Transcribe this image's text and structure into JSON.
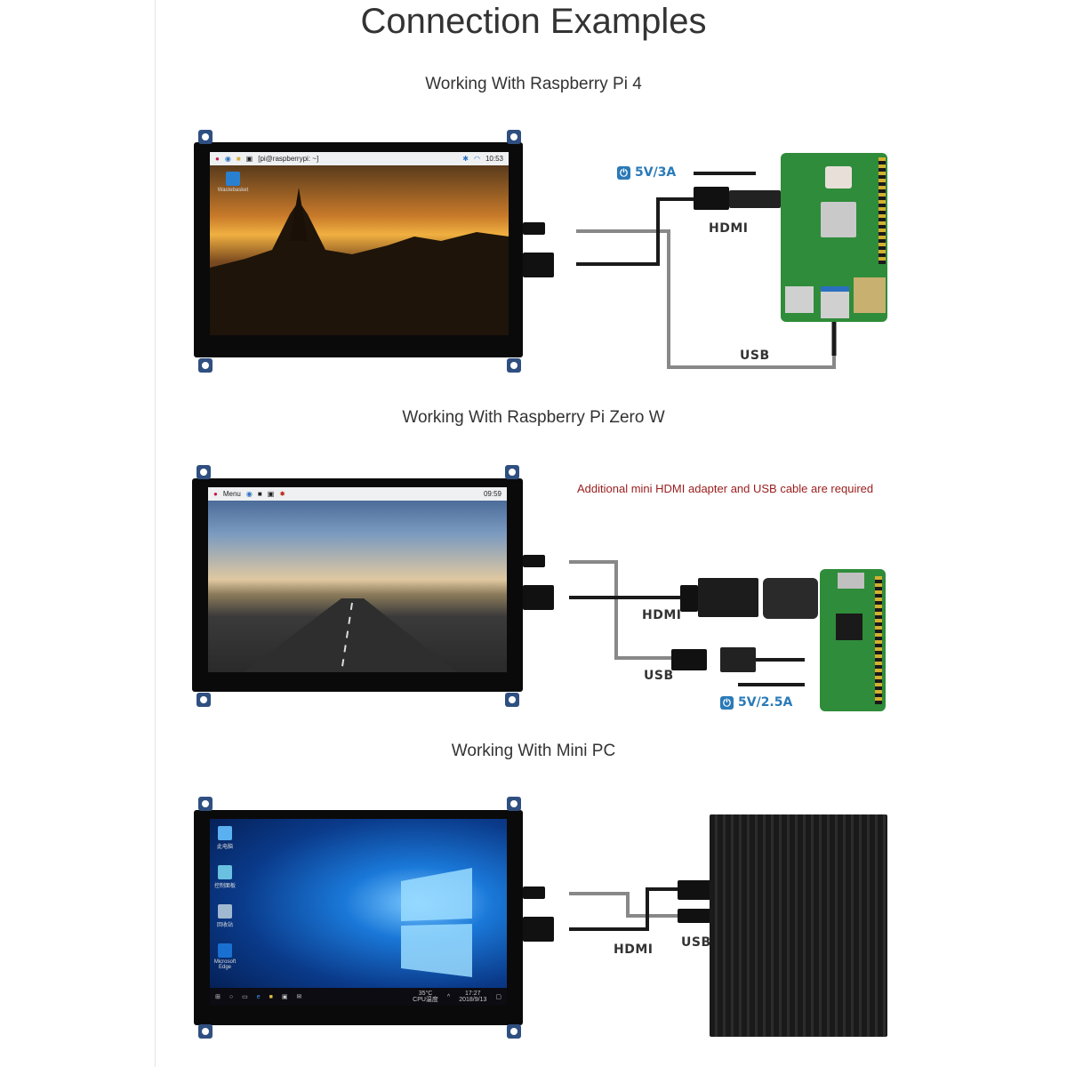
{
  "page_title": "Connection Examples",
  "sections": [
    {
      "title": "Working With Raspberry Pi 4",
      "screen": {
        "terminal": "[pi@raspberrypi: ~]",
        "clock": "10:53",
        "desktop_icon": "Wastebasket"
      },
      "labels": {
        "power": "5V/3A",
        "hdmi": "HDMI",
        "usb": "USB"
      },
      "device": "raspberry-pi-4"
    },
    {
      "title": "Working With Raspberry Pi Zero W",
      "screen": {
        "menu": "Menu",
        "clock": "09:59"
      },
      "note": "Additional mini HDMI adapter and USB cable are required",
      "labels": {
        "hdmi": "HDMI",
        "usb": "USB",
        "power": "5V/2.5A"
      },
      "device": "raspberry-pi-zero-w"
    },
    {
      "title": "Working With Mini PC",
      "screen": {
        "clock_time": "17:27",
        "clock_date": "2018/9/13",
        "temp": "35°C",
        "temp_label": "CPU温度",
        "icons": [
          "此电脑",
          "控制面板",
          "回收站",
          "Microsoft Edge"
        ]
      },
      "labels": {
        "hdmi": "HDMI",
        "usb": "USB"
      },
      "device": "mini-pc"
    }
  ],
  "colors": {
    "bracket": "#2f4f80",
    "power_label": "#2a7ab8",
    "note": "#9a1c1c",
    "pcb": "#2f8c3a"
  },
  "icons": [
    "power-icon",
    "raspberry-icon",
    "globe-icon",
    "folder-icon",
    "terminal-icon",
    "bluetooth-icon",
    "wifi-icon",
    "trash-icon",
    "windows-logo-icon",
    "edge-icon"
  ]
}
